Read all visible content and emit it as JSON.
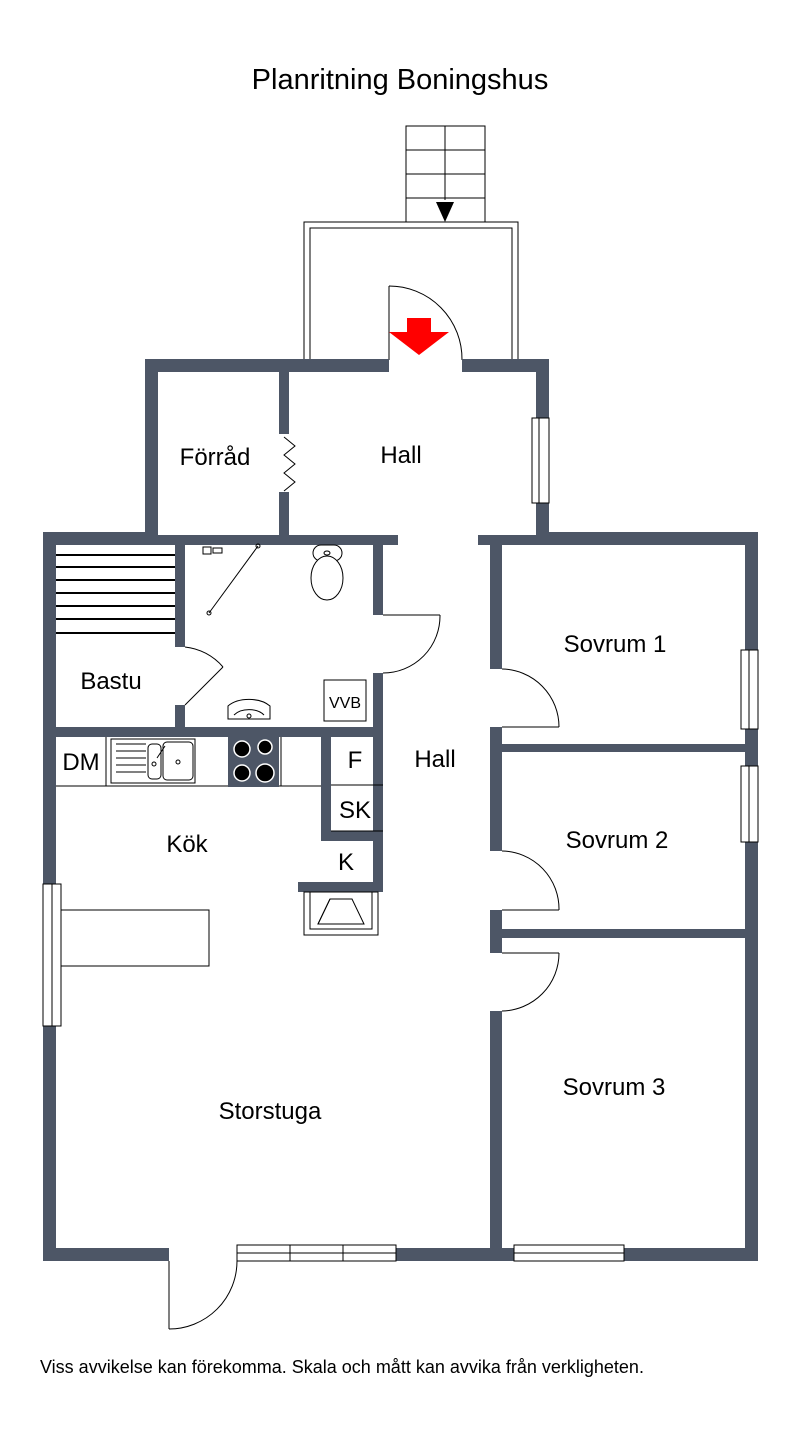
{
  "title": "Planritning Boningshus",
  "rooms": {
    "forrad": "Förråd",
    "hall_top": "Hall",
    "bastu": "Bastu",
    "sovrum1": "Sovrum 1",
    "hall": "Hall",
    "dm": "DM",
    "f": "F",
    "sk": "SK",
    "kok": "Kök",
    "sovrum2": "Sovrum 2",
    "k": "K",
    "storstuga": "Storstuga",
    "sovrum3": "Sovrum 3",
    "vvb": "VVB"
  },
  "colors": {
    "wall": "#4d5666",
    "entry_arrow": "#ff0000"
  },
  "disclaimer": "Viss avvikelse kan förekomma. Skala och mått kan avvika från verkligheten."
}
